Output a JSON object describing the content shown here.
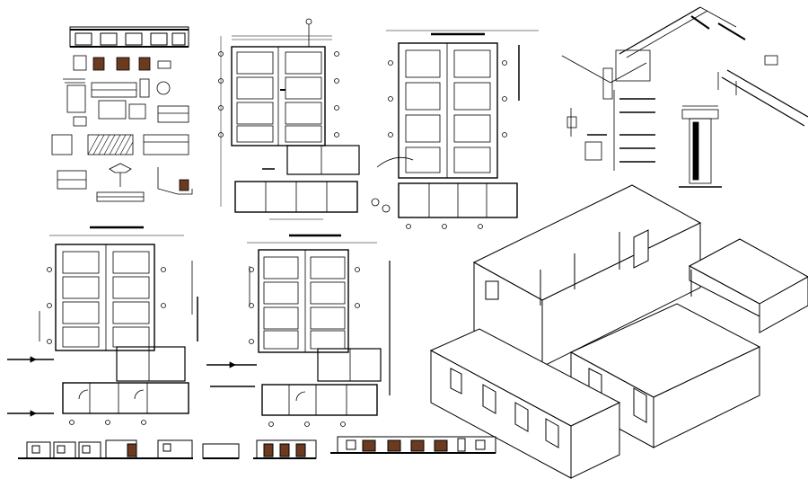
{
  "drawing": {
    "sheet_background": "#ffffff",
    "line_color": "#000000",
    "fill_color": "#ffffff",
    "hatch_color": "#6b3a1f",
    "panels": [
      "elevation-strip-top-left",
      "construction-details-top-left",
      "floor-plan-top-center",
      "floor-plan-top-right",
      "roof-structure-detail-top-right",
      "floor-plan-bottom-left",
      "floor-plan-bottom-center",
      "isometric-building-view",
      "elevation-strip-bottom"
    ],
    "isometric_blocks": 4
  }
}
